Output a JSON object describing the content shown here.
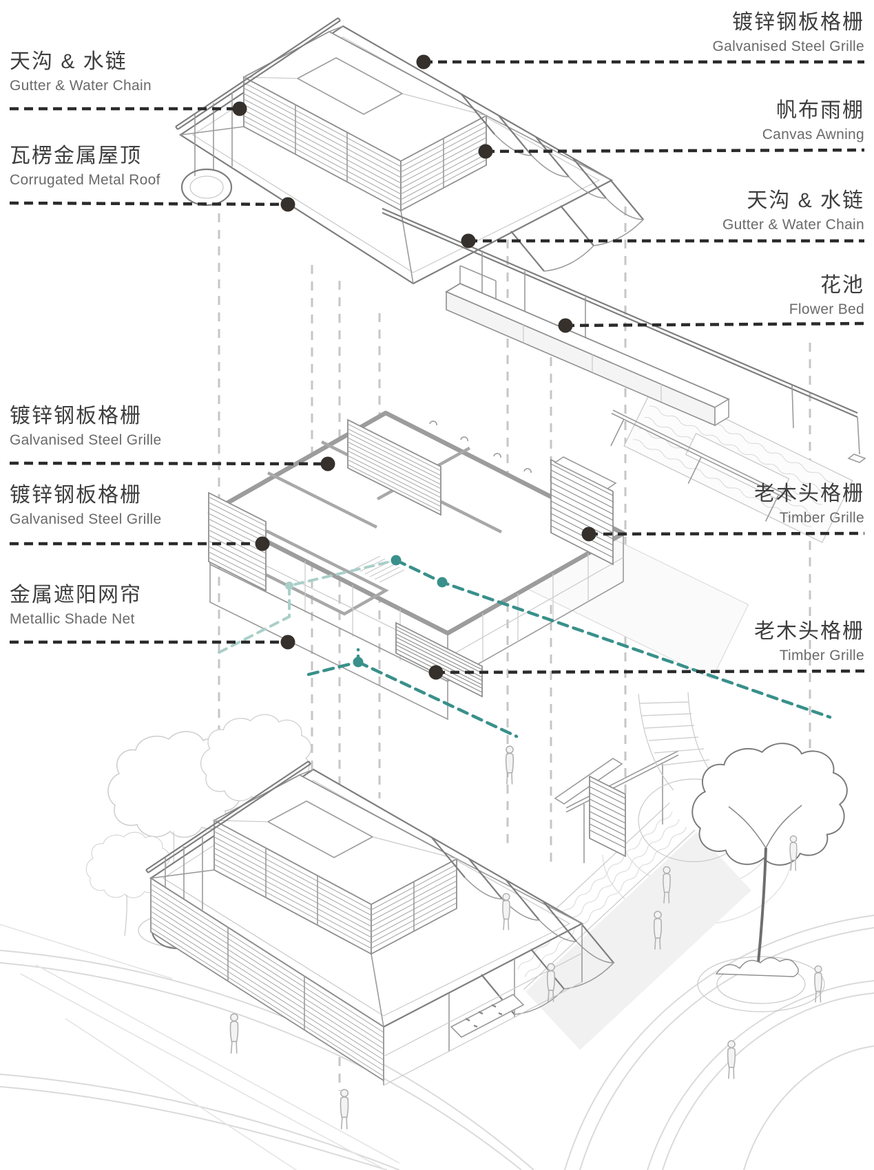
{
  "figure": {
    "kind": "exploded-axonometric-architecture-diagram",
    "levels": [
      "roof-assembly",
      "wall-plan-assembly",
      "site-assembly"
    ],
    "background": "#ffffff"
  },
  "colors": {
    "leader": "#2b2b2b",
    "dot": "#35302b",
    "guide": "#c6c6c6",
    "teal_path": "#39908a",
    "teal_path_hidden": "#a9cfc9",
    "text_zh": "#3e3e3e",
    "text_en": "#6a6a6a"
  },
  "callouts": [
    {
      "zh": "天沟 & 水链",
      "en": "Gutter & Water Chain",
      "side": "left"
    },
    {
      "zh": "瓦楞金属屋顶",
      "en": "Corrugated Metal Roof",
      "side": "left"
    },
    {
      "zh": "镀锌钢板格栅",
      "en": "Galvanised Steel Grille",
      "side": "left"
    },
    {
      "zh": "镀锌钢板格栅",
      "en": "Galvanised Steel Grille",
      "side": "left"
    },
    {
      "zh": "金属遮阳网帘",
      "en": "Metallic Shade Net",
      "side": "left"
    },
    {
      "zh": "镀锌钢板格栅",
      "en": "Galvanised Steel Grille",
      "side": "right"
    },
    {
      "zh": "帆布雨棚",
      "en": "Canvas Awning",
      "side": "right"
    },
    {
      "zh": "天沟 & 水链",
      "en": "Gutter & Water Chain",
      "side": "right"
    },
    {
      "zh": "花池",
      "en": "Flower Bed",
      "side": "right"
    },
    {
      "zh": "老木头格栅",
      "en": "Timber Grille",
      "side": "right"
    },
    {
      "zh": "老木头格栅",
      "en": "Timber Grille",
      "side": "right"
    }
  ]
}
